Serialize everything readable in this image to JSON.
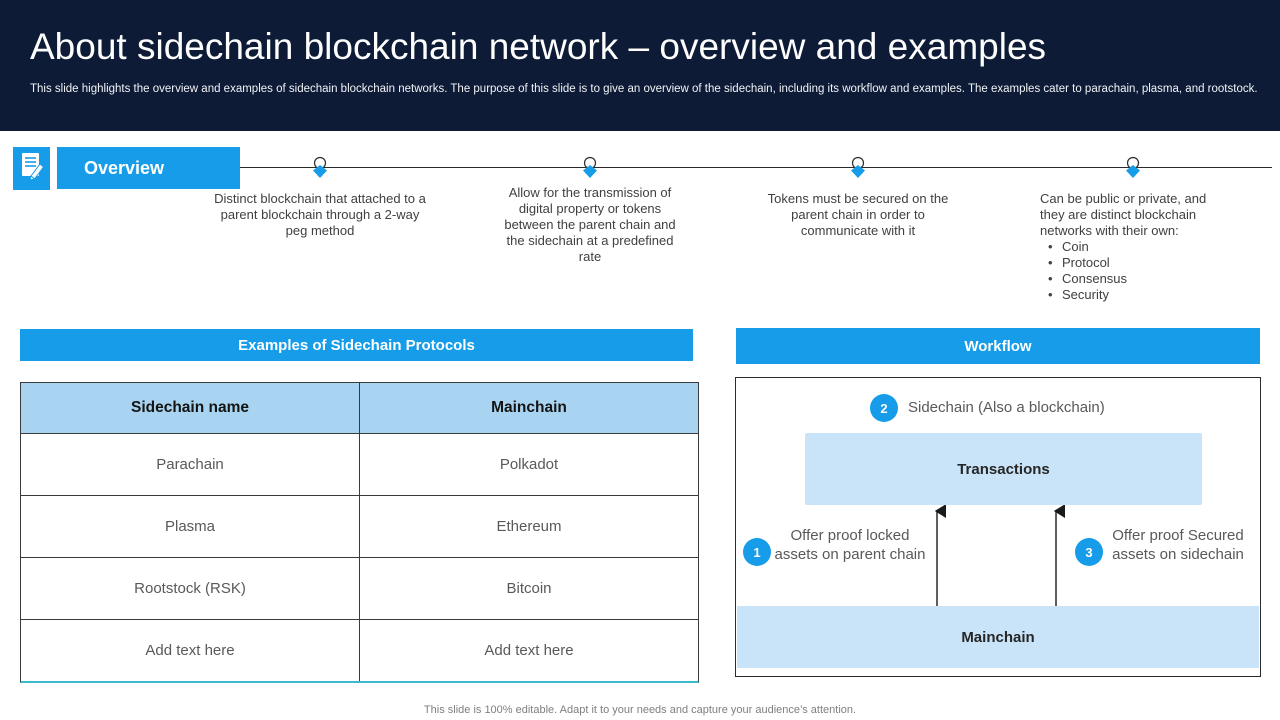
{
  "header": {
    "title": "About sidechain blockchain network – overview and examples",
    "subtitle": "This slide highlights the overview and examples of sidechain blockchain networks. The purpose of this slide is to give an overview of the sidechain, including its workflow and examples. The examples cater to parachain, plasma, and rootstock."
  },
  "overview": {
    "label": "Overview",
    "icon": "note-edit-icon",
    "items": [
      {
        "text": "Distinct blockchain that attached to a parent blockchain through a 2-way peg method"
      },
      {
        "text": "Allow for the transmission of digital property or tokens between the parent chain and the sidechain at a predefined rate"
      },
      {
        "text": "Tokens must be secured on the parent chain in order to communicate with it"
      },
      {
        "text": "Can be public or private, and they are distinct blockchain networks with their own:",
        "bullets": [
          "Coin",
          "Protocol",
          "Consensus",
          "Security"
        ]
      }
    ]
  },
  "examples": {
    "header": "Examples of Sidechain Protocols",
    "table": {
      "columns": [
        "Sidechain name",
        "Mainchain"
      ],
      "rows": [
        [
          "Parachain",
          "Polkadot"
        ],
        [
          "Plasma",
          "Ethereum"
        ],
        [
          "Rootstock (RSK)",
          "Bitcoin"
        ],
        [
          "Add text here",
          "Add text here"
        ]
      ]
    }
  },
  "workflow": {
    "header": "Workflow",
    "steps": [
      {
        "number": "1",
        "text": "Offer proof locked assets on parent chain"
      },
      {
        "number": "2",
        "text": "Sidechain (Also a blockchain)"
      },
      {
        "number": "3",
        "text": "Offer proof Secured assets on sidechain"
      }
    ],
    "transactions_label": "Transactions",
    "mainchain_label": "Mainchain"
  },
  "footer": {
    "note": "This slide is 100% editable. Adapt it to your needs and capture your audience’s attention."
  },
  "colors": {
    "navy": "#0d1b36",
    "blue": "#169ce9",
    "table_header_blue": "#a9d4f1",
    "pale_blue": "#c9e4f8",
    "teal_accent": "#3cb9cb"
  }
}
